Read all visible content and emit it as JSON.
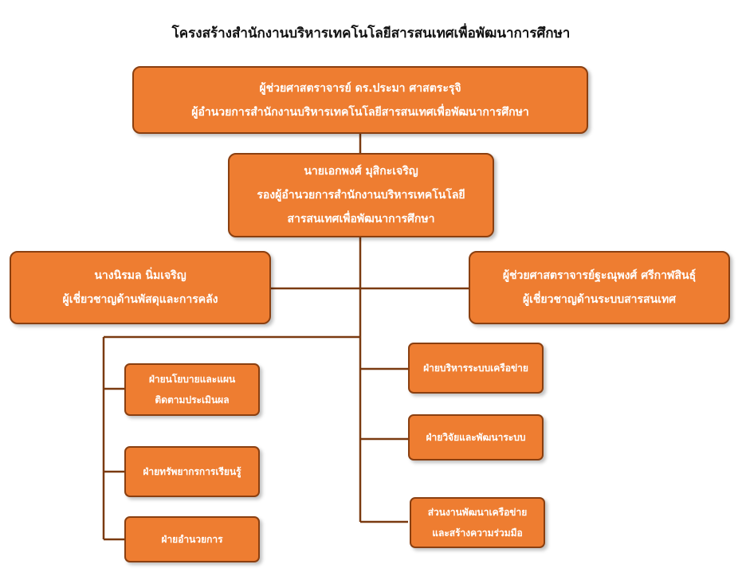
{
  "title": "โครงสร้างสำนักงานบริหารเทคโนโลยีสารสนเทศเพื่อพัฒนาการศึกษา",
  "director": {
    "line1": "ผู้ช่วยศาสตราจารย์ ดร.ประมา ศาสตระรุจิ",
    "line2": "ผู้อำนวยการสำนักงานบริหารเทคโนโลยีสารสนเทศเพื่อพัฒนาการศึกษา"
  },
  "deputy": {
    "line1": "นายเอกพงศ์ มุสิกะเจริญ",
    "line2": "รองผู้อำนวยการสำนักงานบริหารเทคโนโลยี",
    "line3": "สารสนเทศเพื่อพัฒนาการศึกษา"
  },
  "expert_left": {
    "line1": "นางนิรมล นิ่มเจริญ",
    "line2": "ผู้เชี่ยวชาญด้านพัสดุและการคลัง"
  },
  "expert_right": {
    "line1": "ผู้ช่วยศาสตราจารย์ฐะณุพงศ์ ศรีกาฬสินธุ์",
    "line2": "ผู้เชี่ยวชาญด้านระบบสารสนเทศ"
  },
  "divisions_left": [
    {
      "line1": "ฝ่ายนโยบายและแผน",
      "line2": "ติดตามประเมินผล"
    },
    {
      "line1": "ฝ่ายทรัพยากรการเรียนรู้"
    },
    {
      "line1": "ฝ่ายอำนวยการ"
    }
  ],
  "divisions_right": [
    {
      "line1": "ฝ่ายบริหารระบบเครือข่าย"
    },
    {
      "line1": "ฝ่ายวิจัยและพัฒนาระบบ"
    },
    {
      "line1": "ส่วนงานพัฒนาเครือข่าย",
      "line2": "และสร้างความร่วมมือ"
    }
  ],
  "colors": {
    "box_fill": "#ee7d31",
    "box_border": "#8a3f10",
    "connector": "#7a3a10",
    "text": "#ffffff"
  }
}
